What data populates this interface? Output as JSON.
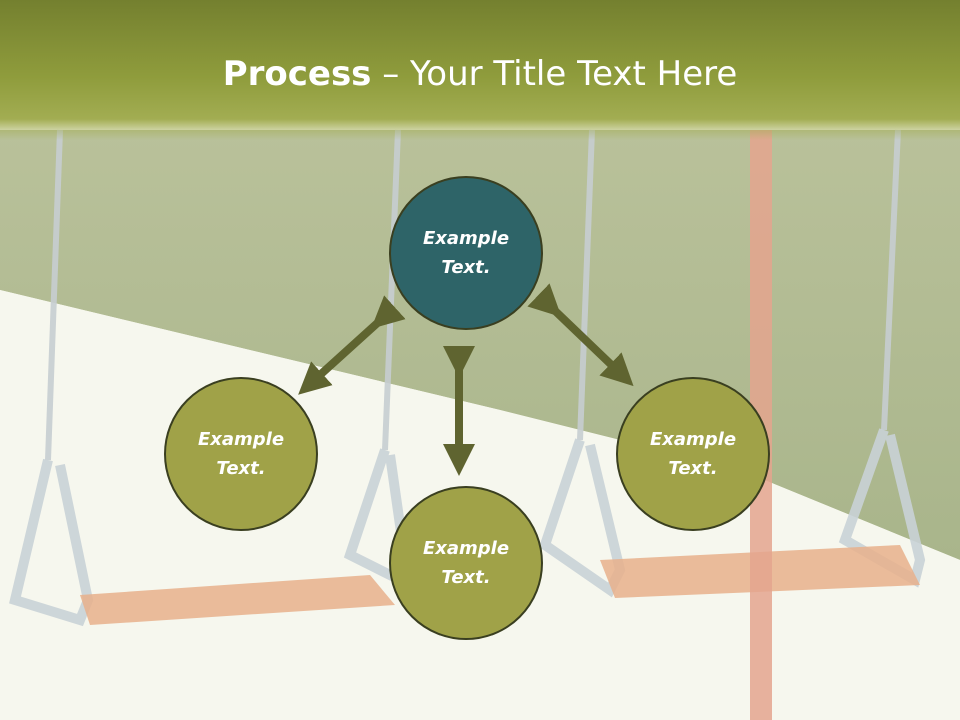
{
  "slide": {
    "title_bold": "Process",
    "title_rest": " – Your Title Text Here"
  },
  "nodes": {
    "top": {
      "line1": "Example",
      "line2": "Text."
    },
    "left": {
      "line1": "Example",
      "line2": "Text."
    },
    "right": {
      "line1": "Example",
      "line2": "Text."
    },
    "bottom": {
      "line1": "Example",
      "line2": "Text."
    }
  },
  "colors": {
    "title_bar": "#8f9c3c",
    "node_fill": "#a0a248",
    "node_highlight_fill": "#2e6468",
    "arrow": "#5f6430"
  }
}
